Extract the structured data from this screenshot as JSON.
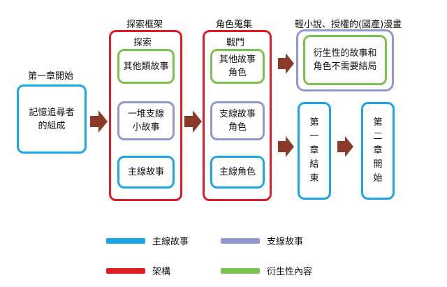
{
  "labels": {
    "chapter_start": "第一章開始",
    "explore_frame": "探索框架",
    "character_collect": "角色蒐集",
    "light_novel_title": "輕小說、授權的(國產)漫畫"
  },
  "boxes": {
    "memory": "記憶追尋者\n的組成",
    "explore_header": "探索",
    "battle_header": "戰鬥",
    "other_stories": "其他類故事",
    "side_stories": "一堆支線\n小故事",
    "main_story_frame": "主線故事",
    "other_stories_roles": "其他故事\n角色",
    "side_story_roles": "支線故事\n角色",
    "main_roles": "主線角色",
    "derivative_stories": "衍生性的故事和\n角色不需要結局",
    "chapter1_end": "第\n一\n章\n結\n束",
    "chapter2_start": "第\n二\n章\n開\n始"
  },
  "legend": {
    "main_story": "主線故事",
    "side_story": "支線故事",
    "framework": "架構",
    "derivative": "衍生性內容"
  },
  "colors": {
    "main_story": "#1ba7e6",
    "side_story": "#8f98cf",
    "framework": "#e01b24",
    "derivative": "#7bc14f",
    "arrow": "#8b3a2a"
  }
}
